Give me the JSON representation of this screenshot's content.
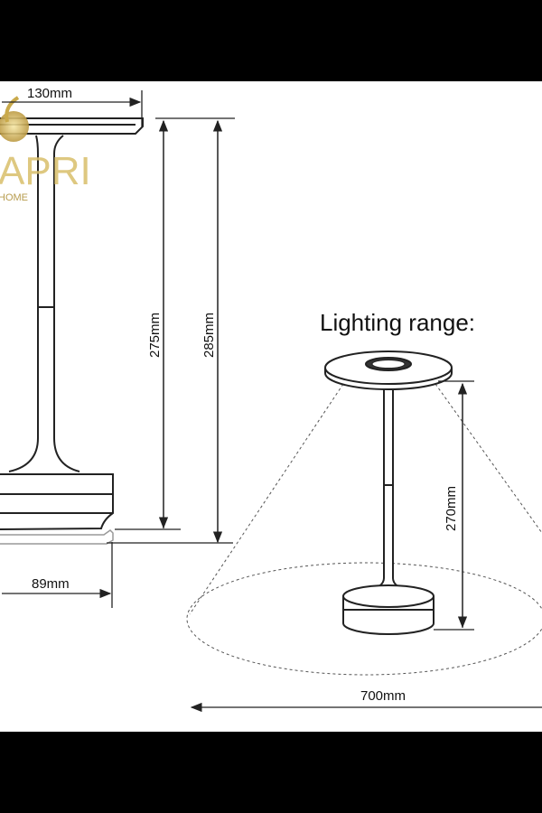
{
  "logo": {
    "main": "APRI",
    "sub": "HOME",
    "color": "#c9a94a"
  },
  "left_lamp": {
    "top_width": "130mm",
    "height_without_foot": "275mm",
    "total_height": "285mm",
    "base_width": "89mm"
  },
  "right_lamp": {
    "title": "Lighting range:",
    "light_height": "270mm",
    "range_diameter": "700mm"
  }
}
